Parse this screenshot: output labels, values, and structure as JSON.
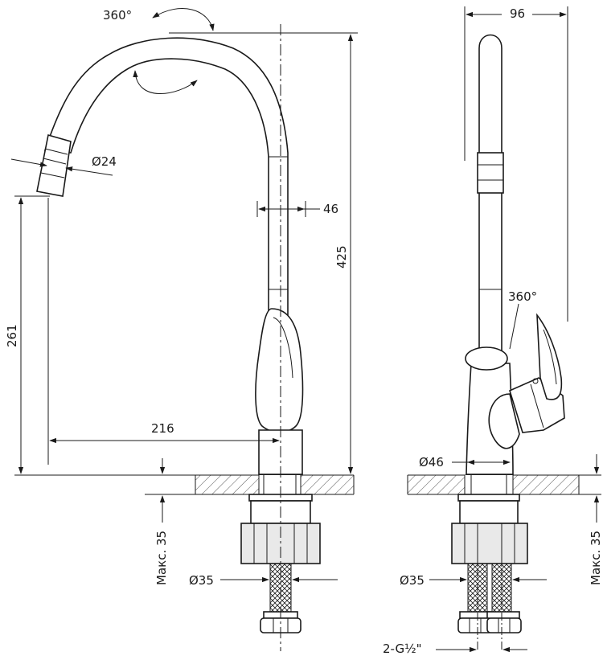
{
  "colors": {
    "line": "#1a1a1a",
    "hatch": "#555555",
    "background": "#ffffff"
  },
  "front_view": {
    "spout_rotation": "360°",
    "aerator_diameter": "Ø24",
    "spout_outlet_height": "261",
    "spout_reach": "216",
    "body_width": "46",
    "total_height": "425",
    "max_countertop": "Макс. 35",
    "shank_diameter": "Ø35"
  },
  "side_view": {
    "depth": "96",
    "handle_rotation": "360°",
    "body_diameter": "Ø46",
    "shank_diameter": "Ø35",
    "max_countertop": "Макс. 35",
    "hoses": "2-G½\""
  }
}
